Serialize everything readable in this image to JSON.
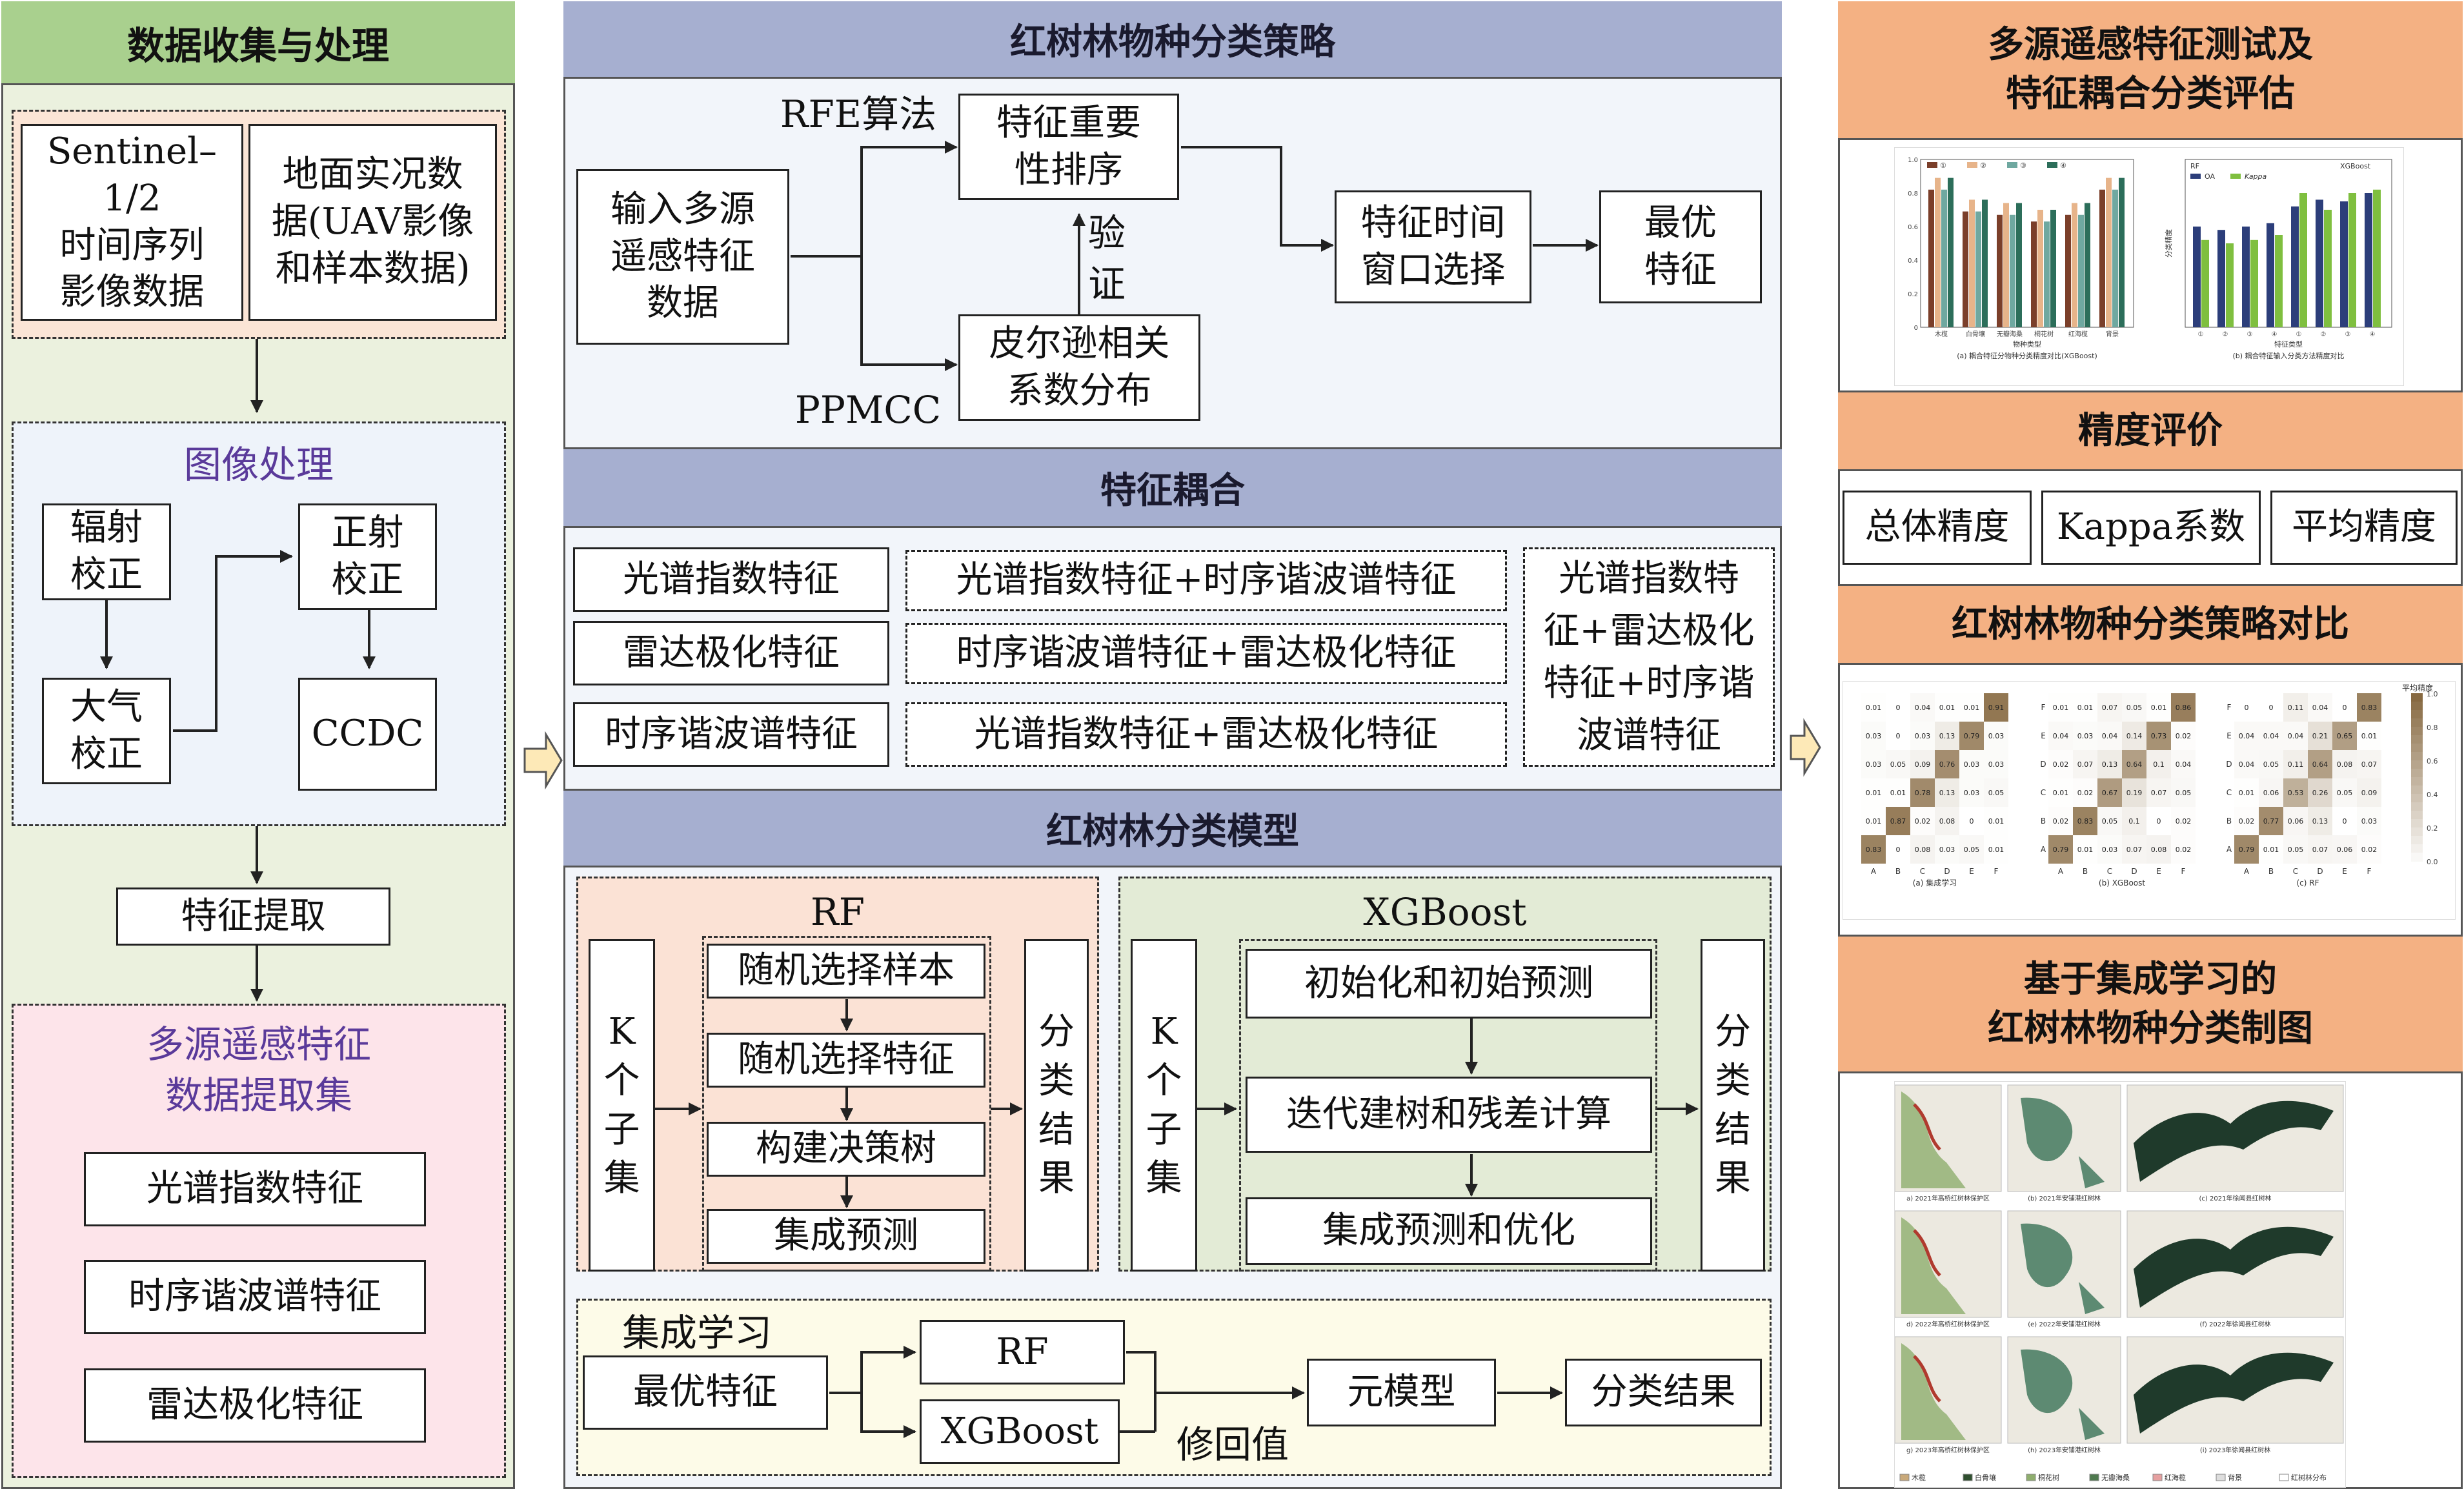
{
  "left": {
    "header": "数据收集与处理",
    "sentinel": "Sentinel–1/2\n时间序列\n影像数据",
    "ground": "地面实况数\n据(UAV影像\n和样本数据)",
    "image_proc_title": "图像处理",
    "radiometric": "辐射\n校正",
    "atmospheric": "大气\n校正",
    "ortho": "正射\n校正",
    "ccdc": "CCDC",
    "feature_extract": "特征提取",
    "dataset_title": "多源遥感特征\n数据提取集",
    "features": [
      "光谱指数特征",
      "时序谐波谱特征",
      "雷达极化特征"
    ]
  },
  "middle": {
    "strategy_header": "红树林物种分类策略",
    "input": "输入多源\n遥感特征\n数据",
    "rfe": "RFE算法",
    "ppmcc": "PPMCC",
    "importance": "特征重要\n性排序",
    "pearson": "皮尔逊相关\n系数分布",
    "verify": "验\n证",
    "window": "特征时间\n窗口选择",
    "optimal": "最优\n特征",
    "coupling_header": "特征耦合",
    "single": [
      "光谱指数特征",
      "雷达极化特征",
      "时序谐波谱特征"
    ],
    "pairs": [
      "光谱指数特征+时序谐波谱特征",
      "时序谐波谱特征+雷达极化特征",
      "光谱指数特征+雷达极化特征"
    ],
    "triple": "光谱指数特\n征+雷达极化\n特征+时序谐\n波谱特征",
    "model_header": "红树林分类模型",
    "rf_title": "RF",
    "xgb_title": "XGBoost",
    "k_subsets": "K\n个\n子\n集",
    "rf_steps": [
      "随机选择样本",
      "随机选择特征",
      "构建决策树",
      "集成预测"
    ],
    "xgb_steps": [
      "初始化和初始预测",
      "迭代建树和残差计算",
      "集成预测和优化"
    ],
    "result_vertical": "分\n类\n结\n果",
    "ensemble_title": "集成学习",
    "ens_optimal": "最优特征",
    "ens_rf": "RF",
    "ens_xgb": "XGBoost",
    "ens_correct": "修回值",
    "meta": "元模型",
    "final_result": "分类结果"
  },
  "right": {
    "test_header": "多源遥感特征测试及\n特征耦合分类评估",
    "accuracy_header": "精度评价",
    "metrics": [
      "总体精度",
      "Kappa系数",
      "平均精度"
    ],
    "compare_header": "红树林物种分类策略对比",
    "map_header": "基于集成学习的\n红树林物种分类制图"
  },
  "thumb_barchart": {
    "left_ticks": [
      "1.0",
      "0.8",
      "0.6",
      "0.4",
      "0.2",
      "0"
    ],
    "left_legend": [
      "①",
      "②",
      "③",
      "④"
    ],
    "left_xlabel": "物种类型",
    "left_categories": [
      "木榄",
      "白骨壤",
      "无瓣海桑",
      "桐花树",
      "红海榄",
      "背景"
    ],
    "left_caption": "(a) 耦合特征分物种分类精度对比(XGBoost)",
    "right_ylabel": "分类精度",
    "right_legend_rf": "RF",
    "right_legend_xgb": "XGBoost",
    "right_legend_oa": "OA",
    "right_legend_kappa": "Kappa",
    "right_xlabel": "特征类型",
    "right_categories": [
      "①",
      "②",
      "③",
      "④",
      "①",
      "②",
      "③",
      "④"
    ],
    "right_caption": "(b) 耦合特征输入分类方法精度对比",
    "colors": [
      "#7b3f2a",
      "#e7b48a",
      "#6fa8a0",
      "#2c6e5a"
    ]
  },
  "thumb_heatmap": {
    "legend_title": "平均精度",
    "legend_ticks": [
      "1.0",
      "0.8",
      "0.6",
      "0.4",
      "0.2",
      "0.0"
    ],
    "axis_labels": [
      "A",
      "B",
      "C",
      "D",
      "E",
      "F"
    ],
    "captions": [
      "(a) 集成学习",
      "(b) XGBoost",
      "(c) RF"
    ],
    "matrices": [
      [
        [
          "0.01",
          "0",
          "0.04",
          "0.01",
          "0.01",
          "0.91"
        ],
        [
          "0.03",
          "0",
          "0.03",
          "0.13",
          "0.79",
          "0.03"
        ],
        [
          "0.03",
          "0.05",
          "0.09",
          "0.76",
          "0.03",
          "0.03"
        ],
        [
          "0.01",
          "0.01",
          "0.78",
          "0.13",
          "0.03",
          "0.05"
        ],
        [
          "0.01",
          "0.87",
          "0.02",
          "0.08",
          "0",
          "0.01"
        ],
        [
          "0.83",
          "0",
          "0.08",
          "0.03",
          "0.05",
          "0.01"
        ]
      ],
      [
        [
          "0.01",
          "0.01",
          "0.07",
          "0.05",
          "0.01",
          "0.86"
        ],
        [
          "0.04",
          "0.03",
          "0.04",
          "0.14",
          "0.73",
          "0.02"
        ],
        [
          "0.02",
          "0.07",
          "0.13",
          "0.64",
          "0.1",
          "0.04"
        ],
        [
          "0.01",
          "0.02",
          "0.67",
          "0.19",
          "0.07",
          "0.05"
        ],
        [
          "0.02",
          "0.83",
          "0.05",
          "0.1",
          "0",
          "0.02"
        ],
        [
          "0.79",
          "0.01",
          "0.03",
          "0.07",
          "0.08",
          "0.02"
        ]
      ],
      [
        [
          "0",
          "0",
          "0.11",
          "0.04",
          "0",
          "0.83"
        ],
        [
          "0.04",
          "0.04",
          "0.04",
          "0.21",
          "0.65",
          "0.01"
        ],
        [
          "0.04",
          "0.05",
          "0.11",
          "0.64",
          "0.08",
          "0.07"
        ],
        [
          "0.01",
          "0.06",
          "0.53",
          "0.26",
          "0.05",
          "0.09"
        ],
        [
          "0.02",
          "0.77",
          "0.06",
          "0.13",
          "0",
          "0.03"
        ],
        [
          "0.79",
          "0.01",
          "0.05",
          "0.07",
          "0.06",
          "0.02"
        ]
      ]
    ],
    "row_labels": [
      "F",
      "E",
      "D",
      "C",
      "B",
      "A"
    ]
  },
  "thumb_maps": {
    "captions": [
      "a) 2021年高桥红树林保护区",
      "(b) 2021年安铺港红树林",
      "(c) 2021年徐闻县红树林",
      "d) 2022年高桥红树林保护区",
      "(e) 2022年安铺港红树林",
      "(f) 2022年徐闻县红树林",
      "g) 2023年高桥红树林保护区",
      "(h) 2023年安铺港红树林",
      "(i) 2023年徐闻县红树林"
    ],
    "legend": [
      "木榄",
      "白骨壤",
      "桐花树",
      "无瓣海桑",
      "红海榄",
      "背景",
      "红树林分布"
    ],
    "legend_colors": [
      "#c9a97a",
      "#2f4f2f",
      "#8fae6e",
      "#4f7a4f",
      "#e6a0a0",
      "#dddddd",
      "#ffffff"
    ]
  },
  "colors": {
    "left_panel_bg": "#ebf1de",
    "left_header": "#a9d08e",
    "mid_header": "#a6afd0",
    "mid_bg": "#f2f5fa",
    "right_header": "#f4b183",
    "sentinel_bg": "#fbe5d6",
    "image_proc_bg": "#eef3fa",
    "dataset_bg": "#fde4ea",
    "rf_bg": "#fbe2d5",
    "xgb_bg": "#e3ebd6",
    "ensemble_bg": "#fdfbe8"
  }
}
